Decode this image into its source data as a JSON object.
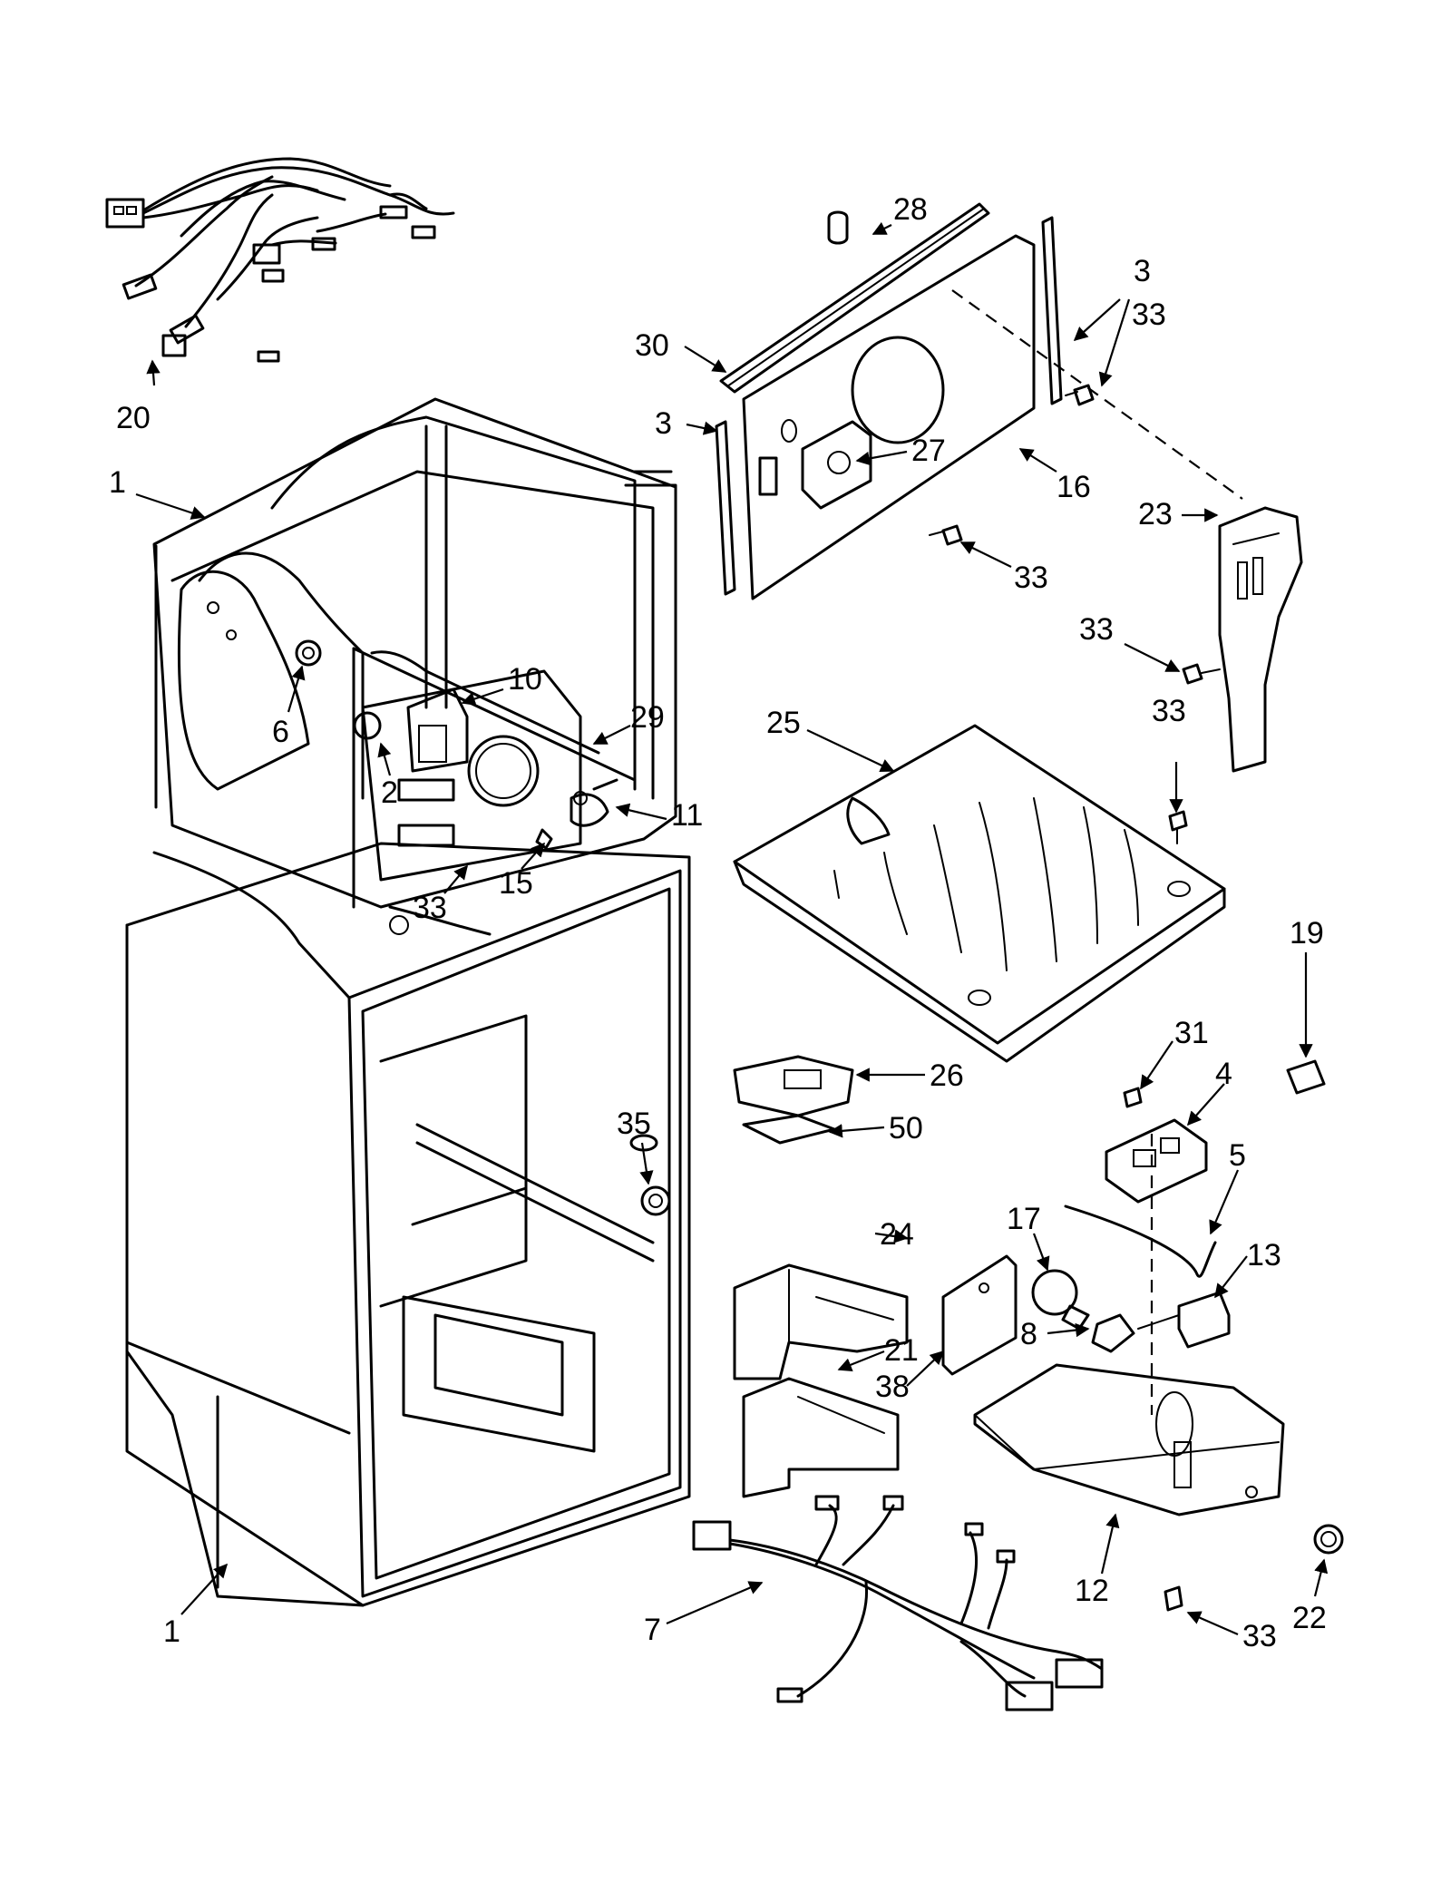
{
  "callouts": [
    {
      "id": "c20",
      "text": "20"
    },
    {
      "id": "c28",
      "text": "28"
    },
    {
      "id": "c3a",
      "text": "3"
    },
    {
      "id": "c33a",
      "text": "33"
    },
    {
      "id": "c30",
      "text": "30"
    },
    {
      "id": "c3b",
      "text": "3"
    },
    {
      "id": "c27",
      "text": "27"
    },
    {
      "id": "c16",
      "text": "16"
    },
    {
      "id": "c1a",
      "text": "1"
    },
    {
      "id": "c33b",
      "text": "33"
    },
    {
      "id": "c23",
      "text": "23"
    },
    {
      "id": "c33c",
      "text": "33"
    },
    {
      "id": "c33d",
      "text": "33"
    },
    {
      "id": "c10",
      "text": "10"
    },
    {
      "id": "c6",
      "text": "6"
    },
    {
      "id": "c29",
      "text": "29"
    },
    {
      "id": "c25",
      "text": "25"
    },
    {
      "id": "c2",
      "text": "2"
    },
    {
      "id": "c11",
      "text": "11"
    },
    {
      "id": "c15",
      "text": "15"
    },
    {
      "id": "c33e",
      "text": "33"
    },
    {
      "id": "c19",
      "text": "19"
    },
    {
      "id": "c26",
      "text": "26"
    },
    {
      "id": "c31",
      "text": "31"
    },
    {
      "id": "c4",
      "text": "4"
    },
    {
      "id": "c50",
      "text": "50"
    },
    {
      "id": "c35",
      "text": "35"
    },
    {
      "id": "c5",
      "text": "5"
    },
    {
      "id": "c17",
      "text": "17"
    },
    {
      "id": "c24",
      "text": "24"
    },
    {
      "id": "c13",
      "text": "13"
    },
    {
      "id": "c21",
      "text": "21"
    },
    {
      "id": "c8",
      "text": "8"
    },
    {
      "id": "c38",
      "text": "38"
    },
    {
      "id": "c12",
      "text": "12"
    },
    {
      "id": "c22",
      "text": "22"
    },
    {
      "id": "c1b",
      "text": "1"
    },
    {
      "id": "c7",
      "text": "7"
    },
    {
      "id": "c33f",
      "text": "33"
    }
  ]
}
